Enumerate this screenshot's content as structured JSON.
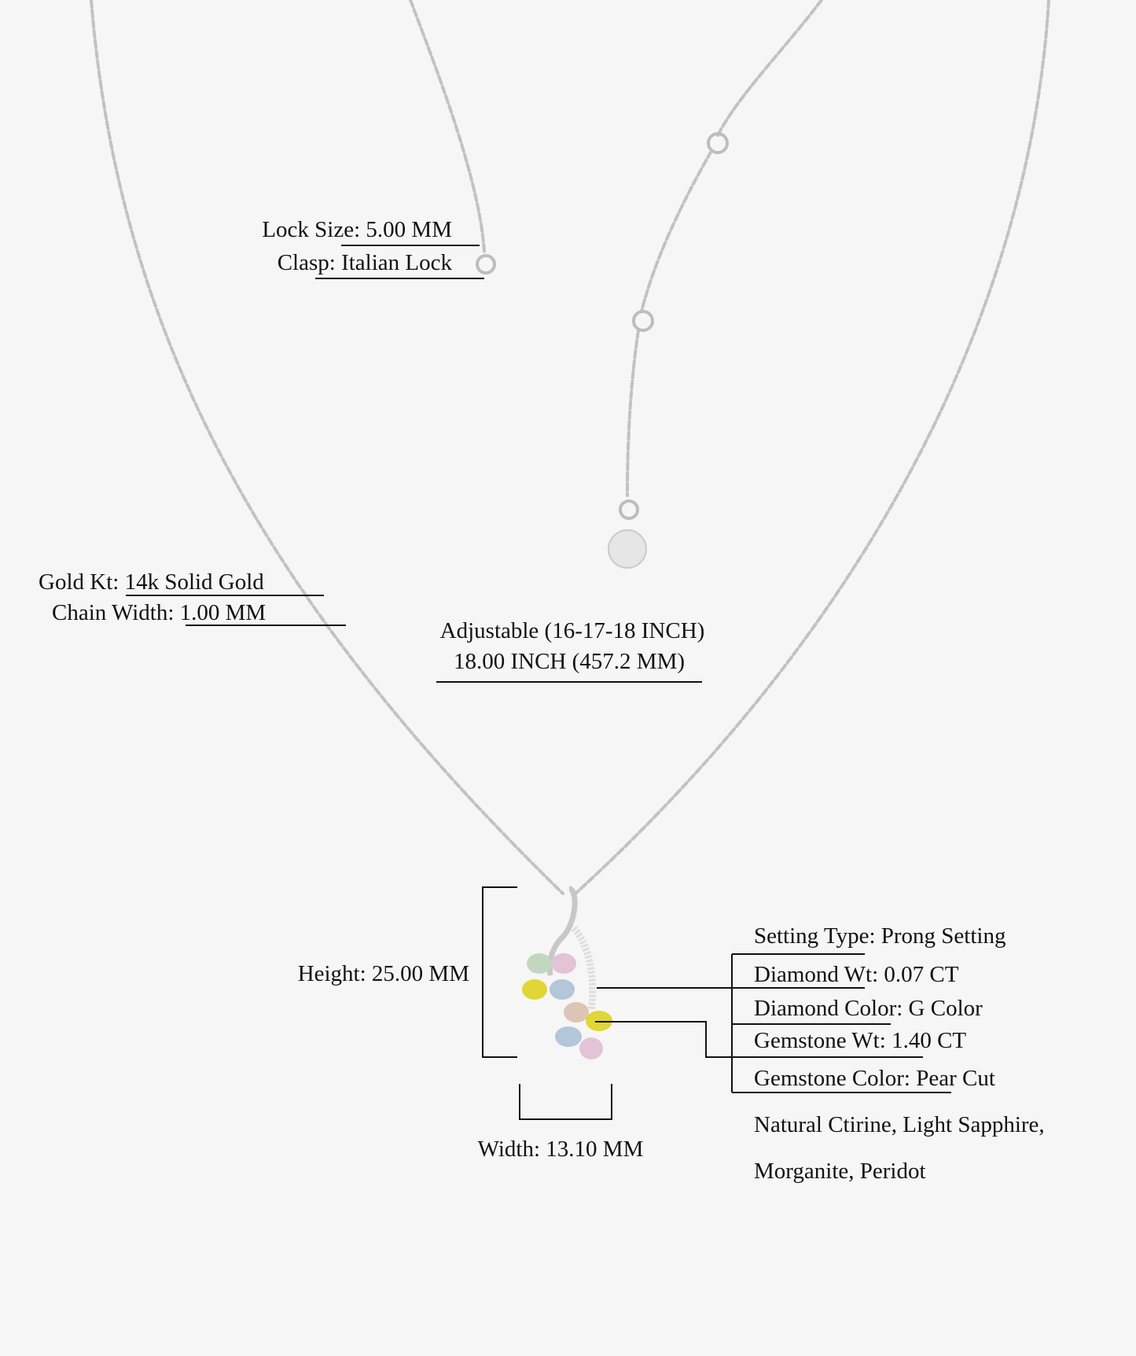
{
  "clasp": {
    "lock_size_label": "Lock Size:",
    "lock_size_value": "5.00 MM",
    "clasp_label": "Clasp:",
    "clasp_value": "Italian Lock"
  },
  "chain": {
    "gold_kt_label": "Gold Kt:",
    "gold_kt_value": "14k Solid Gold",
    "chain_width_label": "Chain Width:",
    "chain_width_value": "1.00 MM"
  },
  "length": {
    "adjustable": "Adjustable (16-17-18 INCH)",
    "length": "18.00 INCH (457.2 MM)"
  },
  "pendant": {
    "height": "Height: 25.00 MM",
    "width": "Width: 13.10 MM"
  },
  "specs": [
    {
      "label": "Setting Type:",
      "value": "Prong Setting"
    },
    {
      "label": "Diamond Wt:",
      "value": "0.07 CT"
    },
    {
      "label": "Diamond Color:",
      "value": "G Color"
    },
    {
      "label": "Gemstone Wt:",
      "value": "1.40 CT"
    },
    {
      "label": "Gemstone Color:",
      "value": "Pear Cut"
    }
  ],
  "gemstones_line1": "Natural Ctirine, Light Sapphire,",
  "gemstones_line2": "Morganite, Peridot",
  "colors": {
    "chain": "#c4c4c4",
    "text": "#111111",
    "citrine": "#e0d636",
    "sapphire": "#b3c6da",
    "morganite": "#e3c3d6",
    "peridot": "#c3d7c0",
    "champagne": "#dcc5b5"
  }
}
